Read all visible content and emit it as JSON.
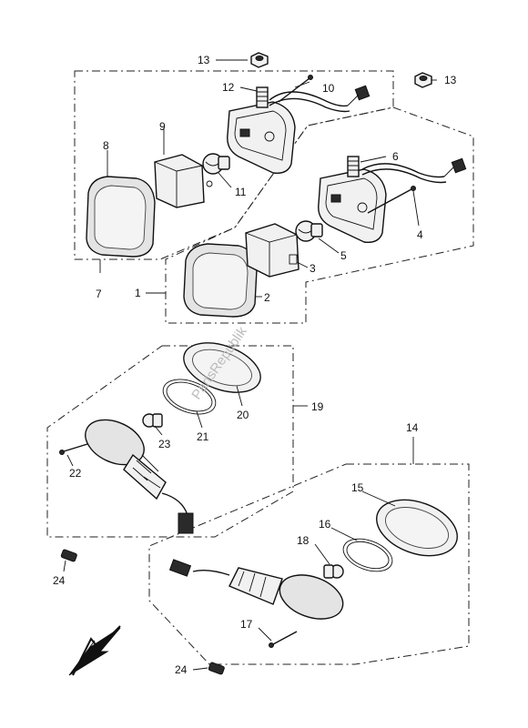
{
  "watermark": "PartsRepublik",
  "callouts": {
    "c1": "1",
    "c2": "2",
    "c3": "3",
    "c4": "4",
    "c5": "5",
    "c6": "6",
    "c7": "7",
    "c8": "8",
    "c9": "9",
    "c10": "10",
    "c11": "11",
    "c12": "12",
    "c13a": "13",
    "c13b": "13",
    "c14": "14",
    "c15": "15",
    "c16": "16",
    "c17": "17",
    "c18": "18",
    "c19": "19",
    "c20": "20",
    "c21": "21",
    "c22": "22",
    "c23": "23",
    "c24a": "24",
    "c24b": "24"
  },
  "icons": {
    "direction_arrow": "front-direction-arrow-icon"
  }
}
